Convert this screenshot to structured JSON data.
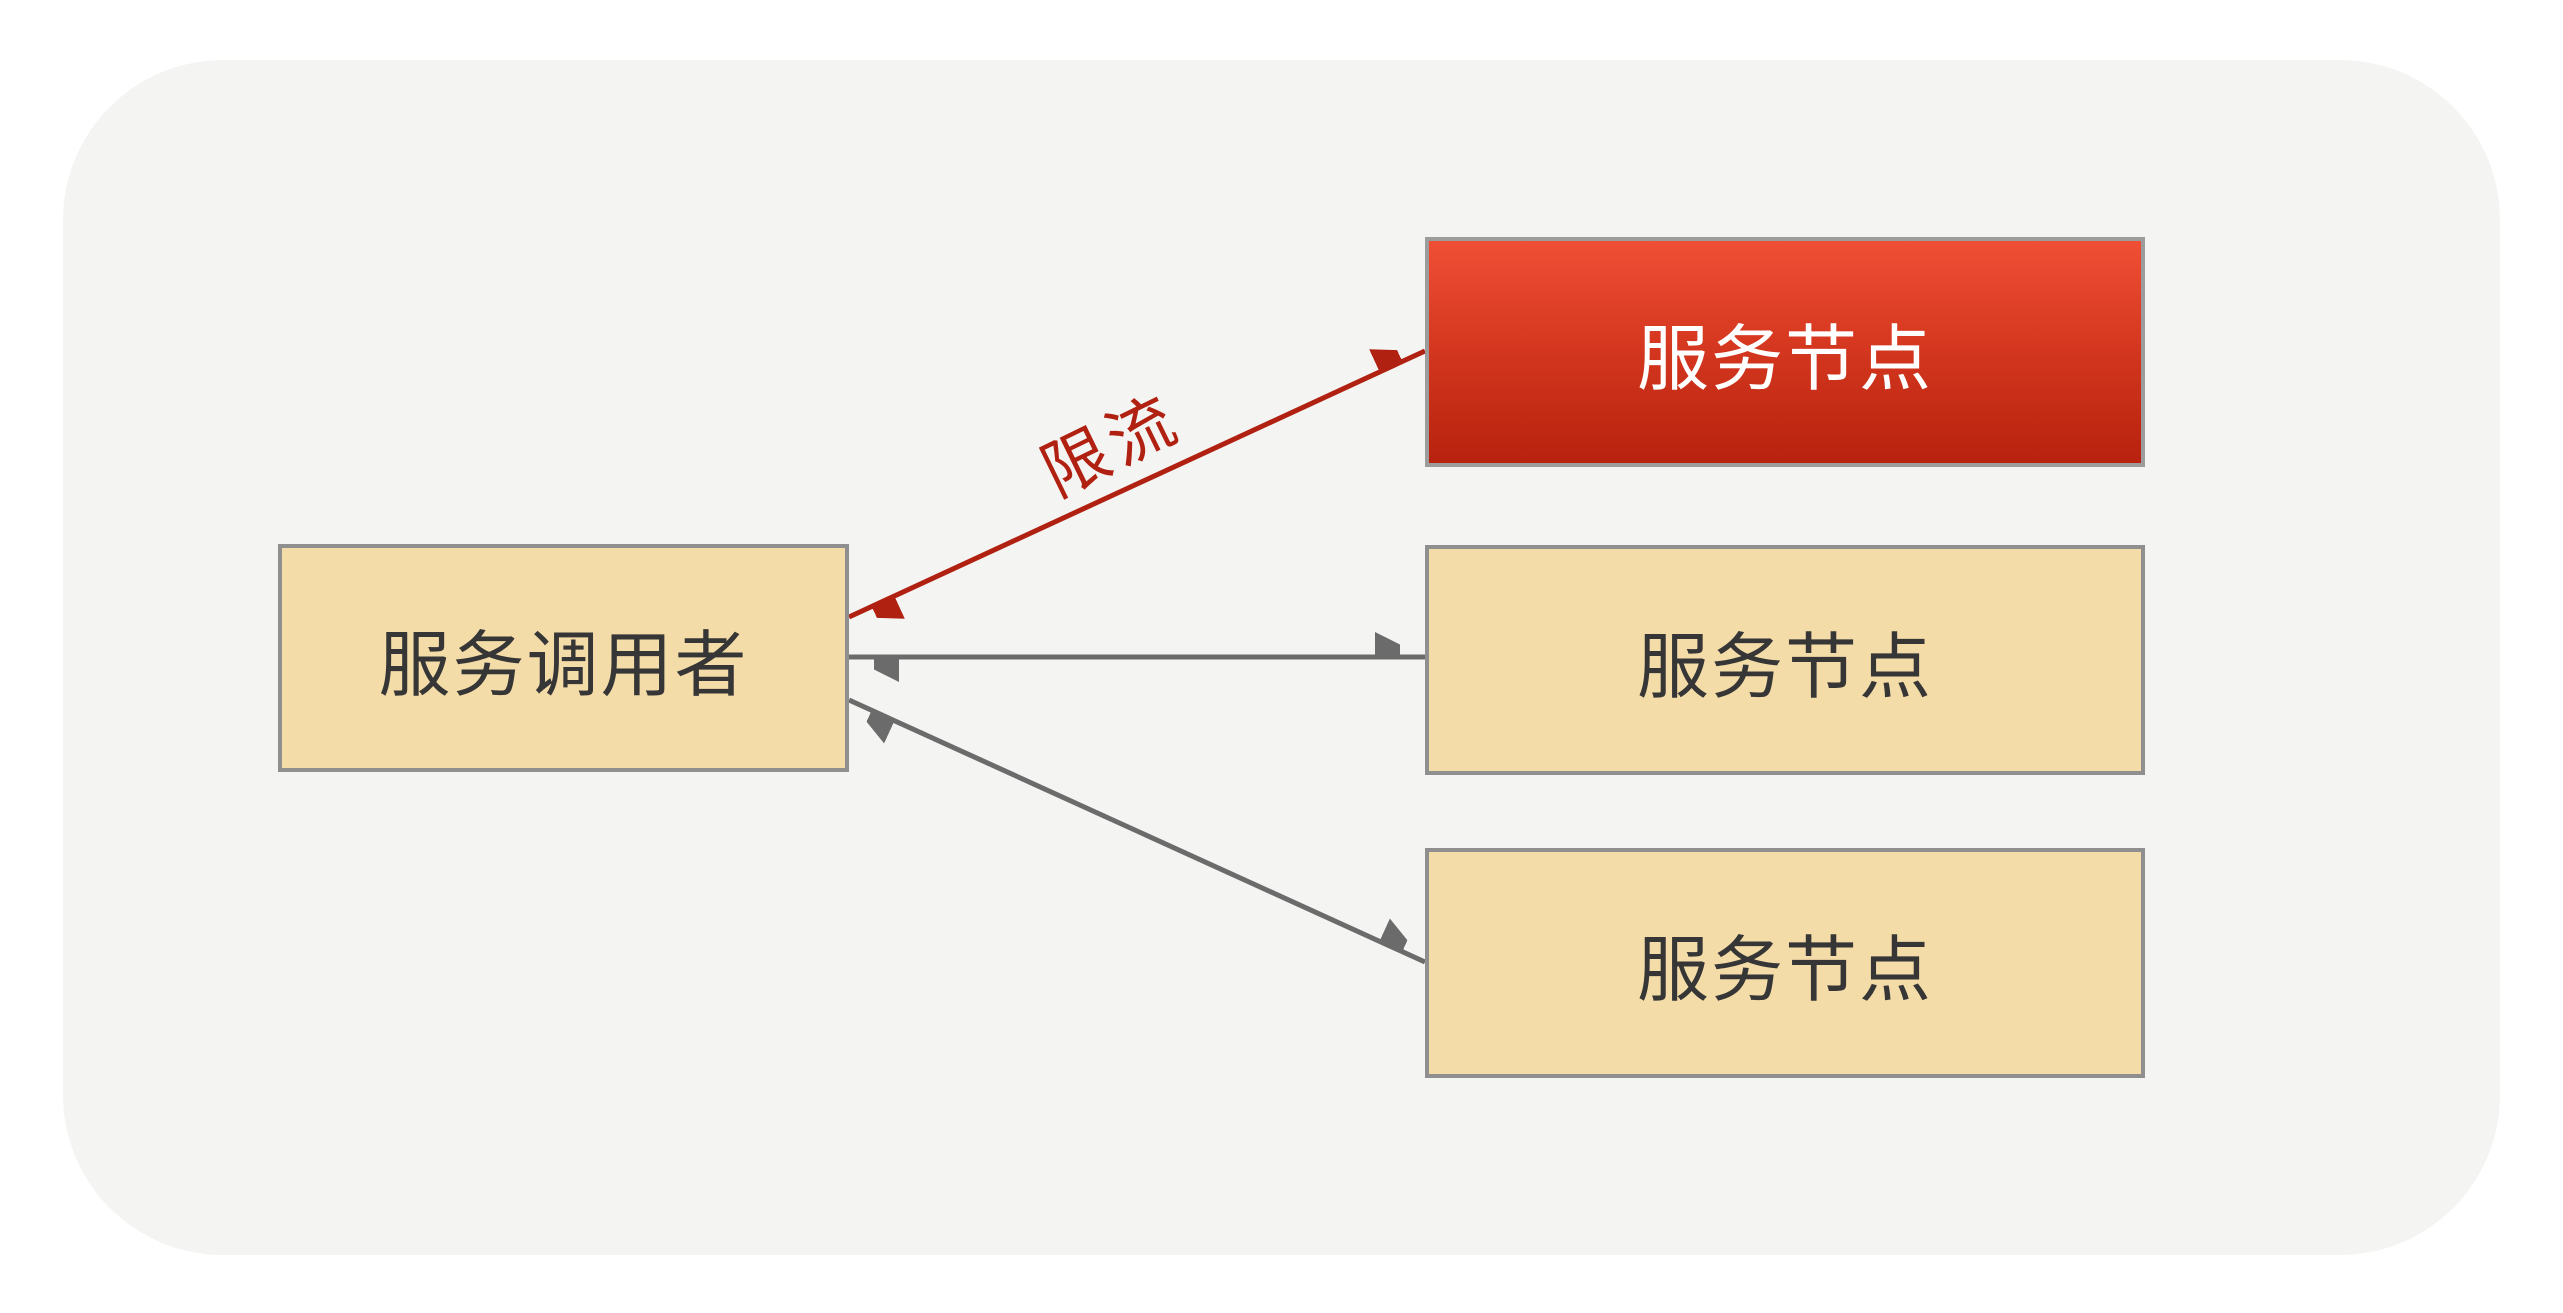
{
  "caller": {
    "label": "服务调用者"
  },
  "nodes": [
    {
      "label": "服务节点",
      "status": "rate-limited"
    },
    {
      "label": "服务节点",
      "status": "normal"
    },
    {
      "label": "服务节点",
      "status": "normal"
    }
  ],
  "edges": [
    {
      "label": "限流",
      "style": "rate-limited",
      "direction": "bidirectional"
    },
    {
      "label": "",
      "style": "normal",
      "direction": "bidirectional"
    },
    {
      "label": "",
      "style": "normal",
      "direction": "bidirectional"
    }
  ],
  "colors": {
    "page_background": "#ffffff",
    "panel_background": "#f4f4f2",
    "node_fill": "#f4dca8",
    "node_border": "#8f8f8f",
    "node_text": "#363636",
    "limited_node_fill_top": "#ef4f35",
    "limited_node_fill_bottom": "#b7220e",
    "limited_node_text": "#ffffff",
    "arrow_normal": "#6b6b6b",
    "arrow_limited": "#b12112"
  }
}
